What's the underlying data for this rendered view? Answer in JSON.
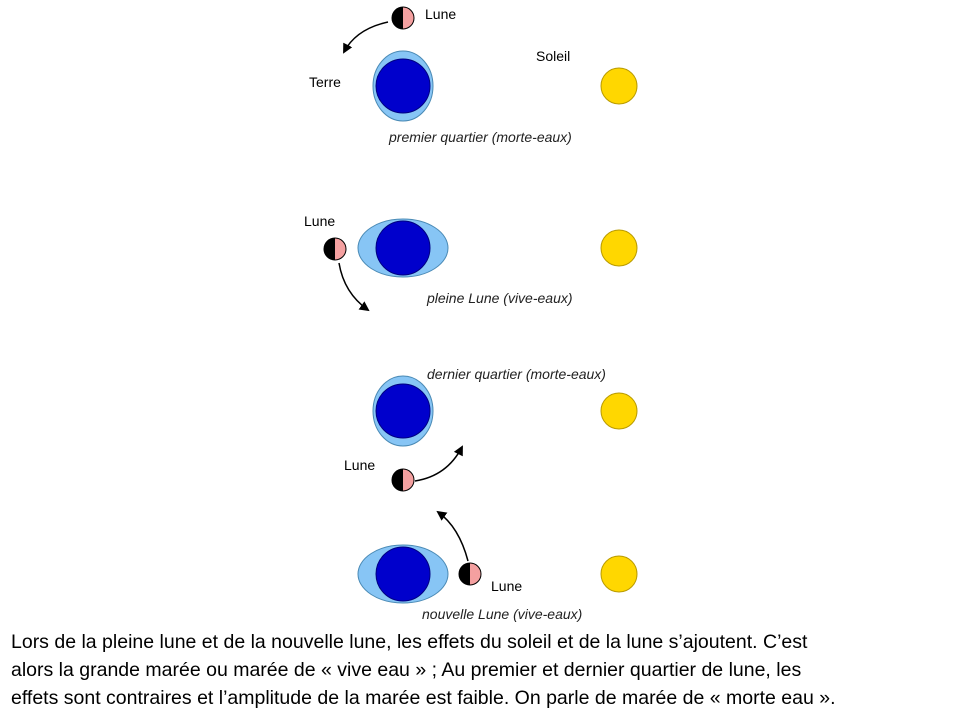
{
  "labels": {
    "moon": "Lune",
    "earth": "Terre",
    "sun": "Soleil"
  },
  "captions": {
    "first_quarter": "premier quartier (morte-eaux)",
    "full_moon": "pleine Lune (vive-eaux)",
    "last_quarter": "dernier quartier (morte-eaux)",
    "new_moon": "nouvelle Lune (vive-eaux)"
  },
  "text_lines": [
    "Lors de la pleine lune et de la nouvelle lune, les effets du soleil et de la lune s’ajoutent. C’est",
    "alors la grande marée ou marée de « vive eau » ; Au premier et dernier quartier de lune, les",
    "effets sont contraires et l’amplitude de la marée est faible. On parle de marée de « morte eau »."
  ],
  "colors": {
    "earth": "#0000cc",
    "water": "#87c5f5",
    "sun": "#ffd700",
    "moon_lit": "#f4a0a0",
    "moon_dark": "#000000"
  }
}
